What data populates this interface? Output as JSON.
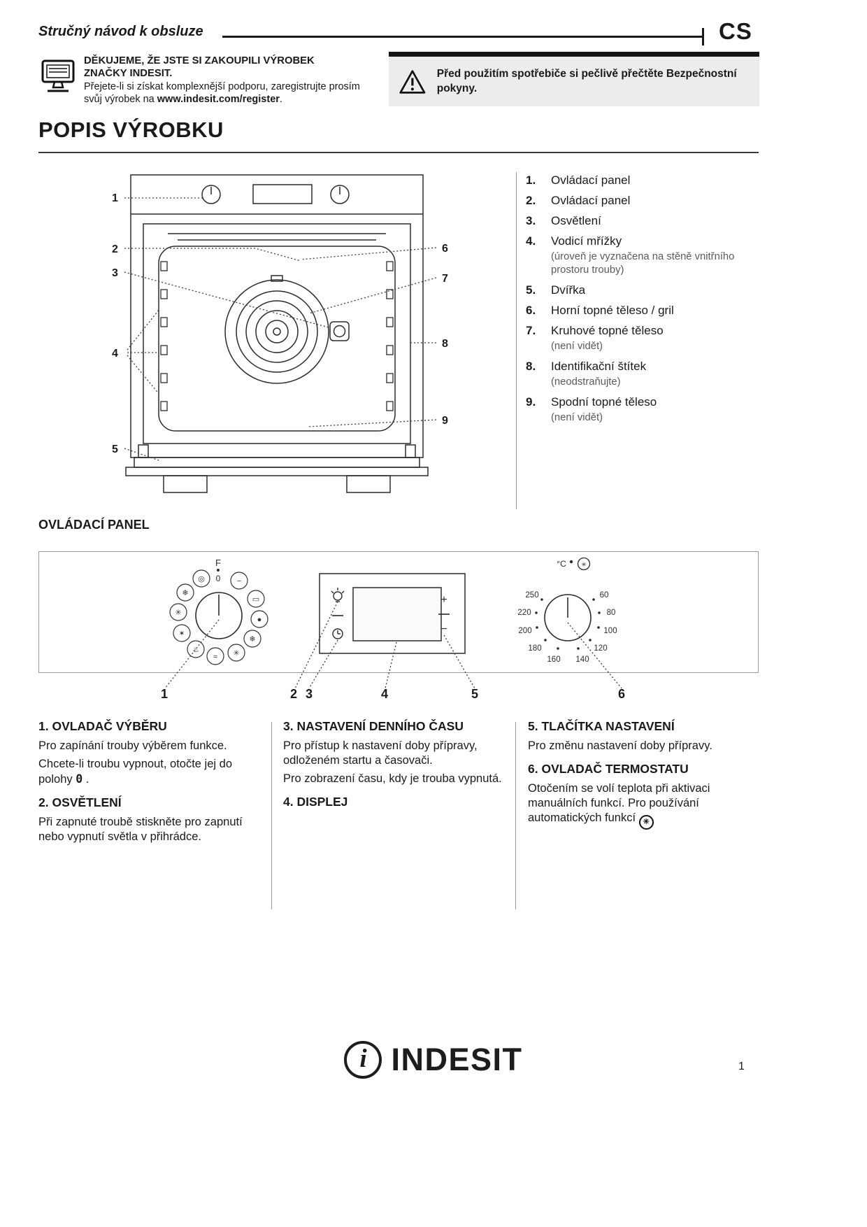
{
  "header": {
    "title": "Stručný návod k obsluze",
    "lang": "CS"
  },
  "intro": {
    "thanks_line1": "DĚKUJEME, ŽE JSTE SI ZAKOUPILI VÝROBEK",
    "thanks_line2": "ZNAČKY INDESIT.",
    "support_pre": "Přejete-li si získat komplexnější podporu, zaregistrujte prosím svůj výrobek na ",
    "support_link": "www.indesit.com/register",
    "support_post": "."
  },
  "warning": {
    "text": "Před použitím spotřebiče si pečlivě přečtěte Bezpečnostní pokyny."
  },
  "product": {
    "title": "POPIS VÝROBKU",
    "items": [
      {
        "num": "1.",
        "label": "Ovládací panel",
        "note": ""
      },
      {
        "num": "2.",
        "label": "Ovládací panel",
        "note": ""
      },
      {
        "num": "3.",
        "label": "Osvětlení",
        "note": ""
      },
      {
        "num": "4.",
        "label": "Vodicí mřížky",
        "note": "(úroveň je vyznačena na stěně vnitřního prostoru trouby)"
      },
      {
        "num": "5.",
        "label": "Dvířka",
        "note": ""
      },
      {
        "num": "6.",
        "label": "Horní topné těleso / gril",
        "note": ""
      },
      {
        "num": "7.",
        "label": "Kruhové topné těleso",
        "note": "(není vidět)"
      },
      {
        "num": "8.",
        "label": "Identifikační štítek",
        "note": "(neodstraňujte)"
      },
      {
        "num": "9.",
        "label": "Spodní topné těleso",
        "note": "(není vidět)"
      }
    ],
    "oven_callouts": [
      "1",
      "2",
      "3",
      "4",
      "5",
      "6",
      "7",
      "8",
      "9"
    ]
  },
  "panel": {
    "title": "OVLÁDACÍ PANEL",
    "knob_f": "F",
    "knob_zero": "0",
    "temp_unit": "°C",
    "temps": [
      "250",
      "220",
      "200",
      "180",
      "160",
      "140",
      "120",
      "100",
      "80",
      "60"
    ],
    "plus": "+",
    "minus": "−",
    "callouts": [
      "1",
      "2",
      "3",
      "4",
      "5",
      "6"
    ],
    "icons": [
      "function-knob",
      "lamp-icon",
      "clock-icon",
      "display",
      "plus-button",
      "minus-button",
      "thermostat-knob",
      "auto-function-icon"
    ]
  },
  "legend": {
    "col1": [
      {
        "heading": "1. OVLADAČ VÝBĚRU",
        "paras": [
          "Pro zapínání trouby výběrem funkce."
        ]
      },
      {
        "heading": "2. OSVĚTLENÍ",
        "paras": [
          "Při zapnuté troubě stiskněte pro zapnutí nebo vypnutí světla v přihrádce."
        ]
      }
    ],
    "zero_line": {
      "pre": "Chcete-li troubu vypnout, otočte jej do polohy",
      "zero": "0",
      "post": "."
    },
    "col2": [
      {
        "heading": "3. NASTAVENÍ DENNÍHO ČASU",
        "paras": [
          "Pro přístup k nastavení doby přípravy, odloženém startu a časovači.",
          "Pro zobrazení času, kdy je trouba vypnutá."
        ]
      },
      {
        "heading": "4. DISPLEJ",
        "paras": []
      }
    ],
    "col3": [
      {
        "heading": "5. TLAČÍTKA NASTAVENÍ",
        "paras": [
          "Pro změnu nastavení doby přípravy."
        ]
      },
      {
        "heading": "6. OVLADAČ TERMOSTATU",
        "paras": [
          "Otočením se volí teplota při aktivaci manuálních funkcí. Pro používání automatických funkcí"
        ]
      }
    ]
  },
  "footer": {
    "brand": "INDESIT",
    "page": "1"
  }
}
